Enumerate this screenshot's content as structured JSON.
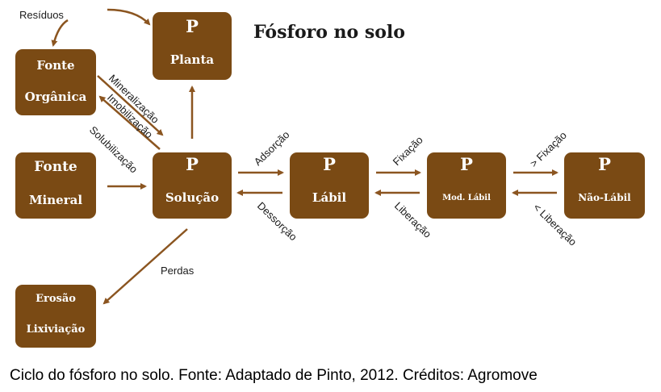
{
  "title": "Fósforo no solo",
  "caption": "Ciclo do fósforo no solo. Fonte: Adaptado de Pinto, 2012. Créditos: Agromove",
  "boxes": {
    "fonte_organica": {
      "line1": "Fonte",
      "line2": "Orgânica"
    },
    "fonte_mineral": {
      "line1": "Fonte",
      "line2": "Mineral"
    },
    "planta": {
      "symbol": "P",
      "label": "Planta"
    },
    "solucao": {
      "symbol": "P",
      "label": "Solução"
    },
    "labil": {
      "symbol": "P",
      "label": "Lábil"
    },
    "mod_labil": {
      "symbol": "P",
      "label": "Mod. Lábil"
    },
    "nao_labil": {
      "symbol": "P",
      "label": "Não-Lábil"
    },
    "erosao": {
      "line1": "Erosão",
      "line2": "Lixiviação"
    }
  },
  "labels": {
    "residuos": "Resíduos",
    "mineralizacao": "Mineralização",
    "imobilizacao": "Imobilização",
    "solubilizacao": "Solubilização",
    "adsorcao": "Adsorção",
    "dessorcao": "Dessorção",
    "fixacao": "Fixação",
    "liberacao": "Liberação",
    "fixacao2": "> Fixação",
    "liberacao2": "< Liberação",
    "perdas": "Perdas"
  },
  "colors": {
    "box": "#7a4a14",
    "arrow": "#8b5520"
  }
}
